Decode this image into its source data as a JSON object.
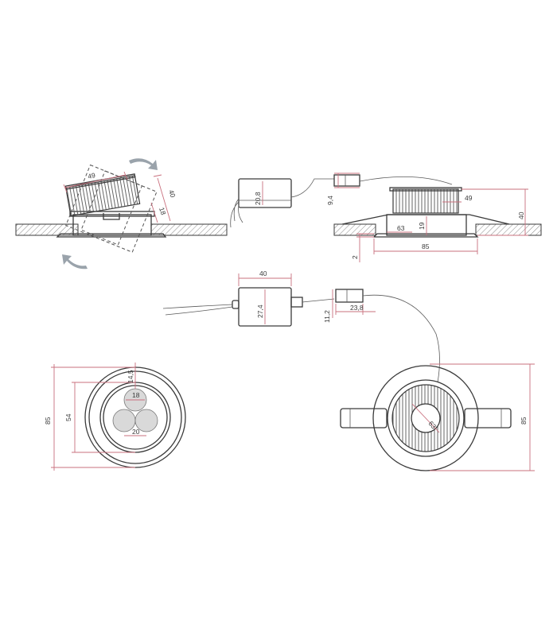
{
  "dimensions": {
    "tilt_width": "49",
    "tilt_height": "40",
    "tilt_depth": "18",
    "driver_height": "20,8",
    "connector_height": "9,4",
    "side_module_width": "49",
    "side_height": "40",
    "side_inner": "63",
    "side_depth": "19",
    "side_cutout": "85",
    "side_flange": "2",
    "driver_top_width": "40",
    "driver_top_height": "27,4",
    "connector_top_height": "11,2",
    "connector_top_width": "23,8",
    "front_led_offset": "14,5",
    "front_led_diameter": "18",
    "front_led_spacing": "20",
    "front_inner": "54",
    "front_outer": "85",
    "rear_inner": "63",
    "rear_outer": "85"
  },
  "colors": {
    "outline": "#3a3a3a",
    "dimension": "#c9707e",
    "rotate_arrow": "#9aa3ab"
  }
}
